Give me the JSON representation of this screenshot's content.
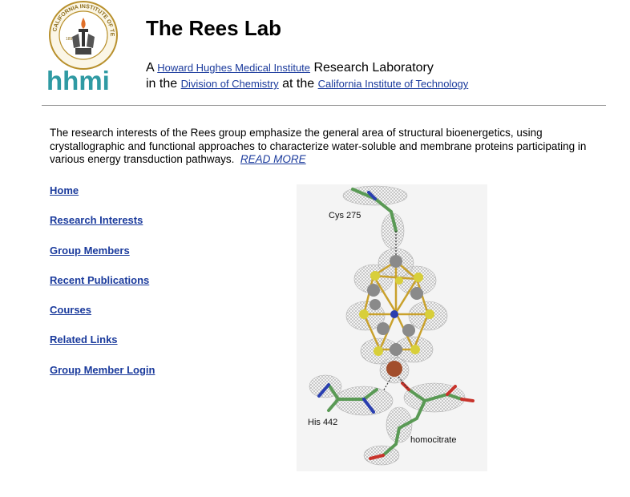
{
  "header": {
    "seal_text": "CALIFORNIA INSTITUTE OF TECHNOLOGY",
    "seal_year": "1891",
    "hhmi_logo": "hhmi",
    "title": "The Rees Lab",
    "line1_prefix": "A",
    "line1_link": "Howard Hughes Medical Institute",
    "line1_suffix": "Research Laboratory",
    "line2_prefix": "in the",
    "line2_link1": "Division of Chemistry",
    "line2_middle": "at the",
    "line2_link2": "California Institute of Technology"
  },
  "intro": {
    "text": "The research interests of the Rees group emphasize the general area of structural bioenergetics, using crystallographic and functional approaches to characterize water-soluble and membrane proteins participating in various energy transduction pathways.",
    "read_more": "READ MORE"
  },
  "nav": [
    "Home",
    "Research Interests",
    "Group Members",
    "Recent Publications",
    "Courses",
    "Related Links",
    "Group Member Login"
  ],
  "figure": {
    "labels": [
      "Cys 275",
      "His 442",
      "homocitrate"
    ]
  },
  "colors": {
    "link": "#1a3a9c",
    "hhmi_teal": "#2f9aa3",
    "seal_gold": "#b8902c",
    "carbon_gray": "#8a8a8a",
    "sulfur_yellow": "#d8cf3a",
    "iron_gold": "#c9a12c",
    "bond_green": "#5a9a55",
    "oxygen_red": "#c8332b",
    "nitrogen_blue": "#2a3fb0",
    "metal_brown": "#a24e2c"
  }
}
